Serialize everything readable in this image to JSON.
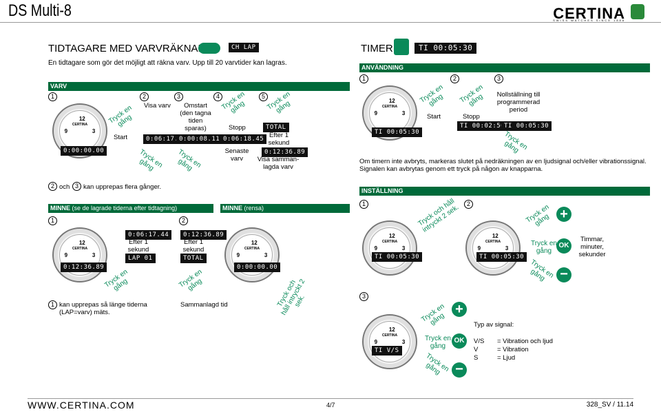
{
  "header": {
    "title": "DS Multi-8",
    "brand": "CERTINA",
    "brand_sub": "SWISS WATCHES SINCE 1888"
  },
  "left": {
    "title": "TIDTAGARE MED VARVRÄKNARE",
    "title_lcd": "CH  LAP",
    "intro": "En tidtagare som gör det möjligt att räkna varv. Upp till 20 varvtider kan lagras.",
    "varv_bar": "VARV",
    "press": "Tryck en gång",
    "start": "Start",
    "visa_varv": "Visa varv",
    "omstart": "Omstart (den tagna tiden sparas)",
    "stopp": "Stopp",
    "senaste_varv": "Senaste varv",
    "total_lcd": "TOTAL",
    "efter_1s": "Efter 1 sekund",
    "visa_samman": "Visa samman-lagda varv",
    "lcd_start": "0:00:00.00",
    "lcd_lap1": "0:06:17.44",
    "lcd_omstart": "0:00:08.11",
    "lcd_stop": "0:06:18.45",
    "lcd_total": "0:12:36.89",
    "repeat_note": "och",
    "repeat_note2": "kan upprepas flera gånger.",
    "minne_bar": "MINNE",
    "minne_bar_sub": "(se de lagrade tiderna efter tidtagning)",
    "minne_rensa": "MINNE",
    "minne_rensa_sub": "(rensa)",
    "lcd_mem_watch": "0:12:36.89",
    "lcd_mem1": "0:06:17.44",
    "lcd_lap01": "LAP 01",
    "lcd_mem2": "0:12:36.89",
    "lcd_total2": "TOTAL",
    "lcd_rensa": "0:00:00.00",
    "note1": "kan upprepas så länge tiderna (LAP=varv) mäts.",
    "sammanlagd": "Sammanlagd tid",
    "press_hold": "Tryck och håll intryckt 2 sek."
  },
  "right": {
    "title": "TIMER",
    "title_lcd": "TI 00:05:30",
    "anv_bar": "ANVÄNDNING",
    "lcd_t1": "TI 00:05:30",
    "start": "Start",
    "stopp": "Stopp",
    "lcd_t2": "TI 00:02:50",
    "reset": "Nollställning till programmerad period",
    "lcd_t3": "TI 00:05:30",
    "info": "Om timern inte avbryts, markeras slutet på nedräkningen av en ljudsignal och/eller vibrationssignal. Signalen kan avbrytas genom ett tryck på någon av knapparna.",
    "inst_bar": "INSTÄLLNING",
    "press_hold": "Tryck och håll intryckt 2 sek.",
    "lcd_s1": "TI 00:05:30",
    "lcd_s2": "TI 00:05:30",
    "hms": "Timmar, minuter, sekunder",
    "typ": "Typ av signal:",
    "lcd_sig": "TI V/S",
    "sig_vs": "V/S",
    "sig_v": "V",
    "sig_s": "S",
    "sig_vs_d": "= Vibration och ljud",
    "sig_v_d": "= Vibration",
    "sig_s_d": "= Ljud",
    "plus": "+",
    "minus": "−",
    "ok": "OK"
  },
  "watch_brand": "CERTINA",
  "footer": {
    "url": "WWW.CERTINA.COM",
    "page": "4/7",
    "code": "328_SV / 11.14"
  },
  "circled": {
    "n1": "1",
    "n2": "2",
    "n3": "3",
    "n4": "4",
    "n5": "5"
  }
}
